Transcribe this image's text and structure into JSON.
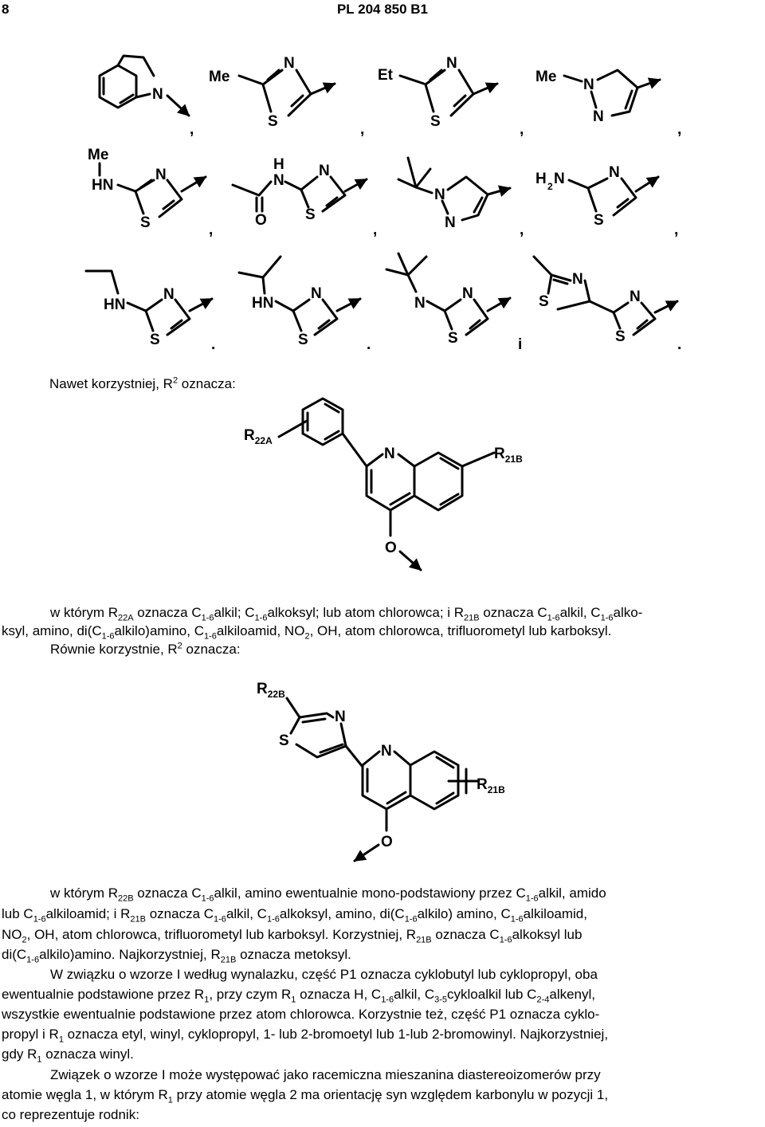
{
  "header": {
    "page_number": "8",
    "doc_id": "PL 204 850 B1"
  },
  "structures": {
    "sep_comma": ",",
    "sep_period": ".",
    "sep_i": "i",
    "atoms": {
      "N": "N",
      "S": "S",
      "O": "O",
      "H": "H",
      "HN": "HN",
      "Me": "Me",
      "Et": "Et",
      "H2": "H",
      "two": "2"
    }
  },
  "intro": {
    "prefix": "Nawet korzystniej, R",
    "sup": "2",
    "suffix": " oznacza:"
  },
  "labels": {
    "R22A": "R22A",
    "R21B": "R21B",
    "R22B": "R22B"
  },
  "para1": {
    "t1": "w którym R",
    "s1": "22A",
    "t2": " oznacza C",
    "s2": "1-6",
    "t3": "alkil; C",
    "s3": "1-6",
    "t4": "alkoksyl; lub atom chlorowca; i R",
    "s4": "21B",
    "t5": " oznacza C",
    "s5": "1-6",
    "t6": "alkil, C",
    "s6": "1-6",
    "t7": "alko-",
    "l2a": "ksyl, amino, di(C",
    "l2s1": "1-6",
    "l2b": "alkilo)amino, C",
    "l2s2": "1-6",
    "l2c": "alkiloamid, NO",
    "l2s3": "2",
    "l2d": ", OH, atom chlorowca, trifluorometyl lub karboksyl.",
    "l3a": "Równie korzystnie, R",
    "l3sup": "2",
    "l3b": " oznacza:"
  },
  "para2": {
    "t1": "w którym R",
    "s1": "22B",
    "t2": " oznacza C",
    "s2": "1-6",
    "t3": "alkil, amino ewentualnie mono-podstawiony przez C",
    "s3": "1-6",
    "t4": "alkil, amido",
    "l2a": "lub C",
    "l2s1": "1-6",
    "l2b": "alkiloamid; i R",
    "l2s2": "21B",
    "l2c": " oznacza C",
    "l2s3": "1-6",
    "l2d": "alkil, C",
    "l2s4": "1-6",
    "l2e": "alkoksyl, amino, di(C",
    "l2s5": "1-6",
    "l2f": "alkilo) amino, C",
    "l2s6": "1-6",
    "l2g": "alkiloamid,",
    "l3a": "NO",
    "l3s1": "2",
    "l3b": ", OH, atom chlorowca, trifluorometyl lub karboksyl. Korzystniej, R",
    "l3s2": "21B",
    "l3c": " oznacza C",
    "l3s3": "1-6",
    "l3d": "alkoksyl lub",
    "l4a": "di(C",
    "l4s1": "1-6",
    "l4b": "alkilo)amino. Najkorzystniej, R",
    "l4s2": "21B",
    "l4c": " oznacza metoksyl."
  },
  "para3": {
    "t1": "W związku o wzorze I według wynalazku, część P1 oznacza cyklobutyl lub cyklopropyl, oba",
    "l2a": "ewentualnie podstawione przez R",
    "l2s1": "1",
    "l2b": ", przy czym R",
    "l2s2": "1",
    "l2c": " oznacza H, C",
    "l2s3": "1-6",
    "l2d": "alkil, C",
    "l2s4": "3-5",
    "l2e": "cykloalkil lub C",
    "l2s5": "2-4",
    "l2f": "alkenyl,",
    "l3": "wszystkie ewentualnie podstawione przez atom chlorowca. Korzystnie też, część P1 oznacza cyklo-",
    "l4a": "propyl i R",
    "l4s1": "1",
    "l4b": " oznacza etyl, winyl, cyklopropyl, 1- lub 2-bromoetyl lub 1-lub 2-bromowinyl. Najkorzystniej,",
    "l5a": "gdy R",
    "l5s1": "1",
    "l5b": " oznacza winyl."
  },
  "para4": {
    "l1": "Związek o wzorze I może występować jako racemiczna mieszanina diastereoizomerów przy",
    "l2a": "atomie węgla 1, w którym R",
    "l2s1": "1",
    "l2b": " przy atomie węgla 2 ma orientację syn względem karbonylu w pozycji 1,",
    "l3": "co reprezentuje rodnik:"
  }
}
